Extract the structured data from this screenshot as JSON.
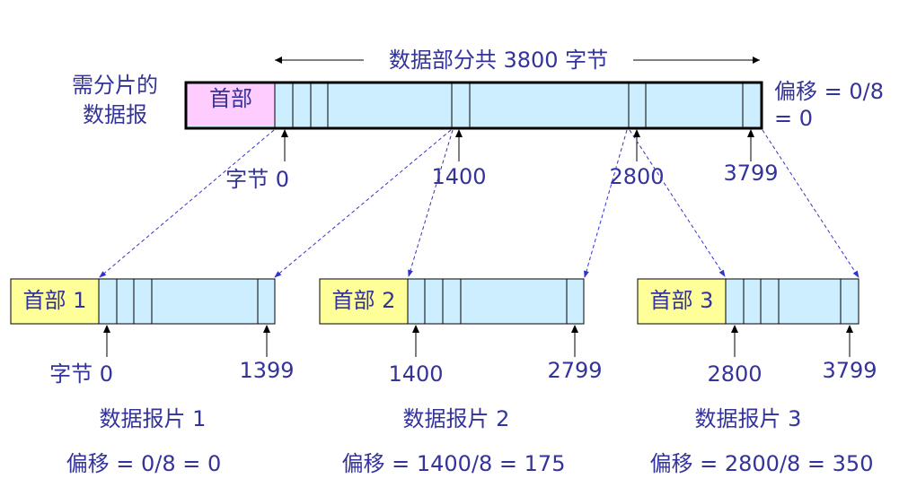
{
  "title": "数据部分共 3800 字节",
  "original": {
    "label_line1": "需分片的",
    "label_line2": "数据报",
    "header": "首部",
    "offset_line1": "偏移 = 0/8",
    "offset_line2": "= 0",
    "byte_label": "字节 0",
    "marks": [
      "1400",
      "2800",
      "3799"
    ]
  },
  "fragments": [
    {
      "header": "首部 1",
      "start": "字节 0",
      "end": "1399",
      "name": "数据报片 1",
      "offset": "偏移 = 0/8 = 0"
    },
    {
      "header": "首部 2",
      "start": "1400",
      "end": "2799",
      "name": "数据报片 2",
      "offset": "偏移 = 1400/8 = 175"
    },
    {
      "header": "首部 3",
      "start": "2800",
      "end": "3799",
      "name": "数据报片 3",
      "offset": "偏移 = 2800/8 = 350"
    }
  ],
  "colors": {
    "header_pink": "#ffccff",
    "header_yellow": "#ffff99",
    "data_blue": "#cceeff",
    "text": "#33339a"
  }
}
